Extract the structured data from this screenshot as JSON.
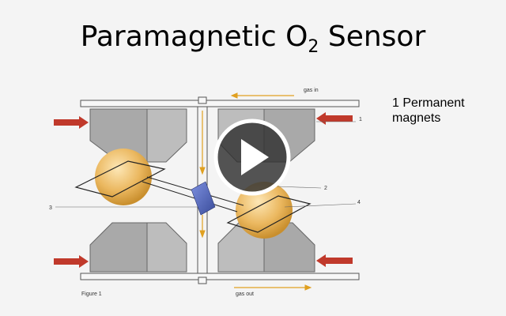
{
  "slide": {
    "title_main": "Paramagnetic O",
    "title_sub": "2",
    "title_end": " Sensor",
    "note_line1": "1 Permanent",
    "note_line2": "magnets"
  },
  "diagram": {
    "gas_in_label": "gas in",
    "gas_out_label": "gas out",
    "figure_label": "Figure 1",
    "label_1": "1",
    "label_2": "2",
    "label_3": "3",
    "label_4": "4"
  },
  "video": {
    "play_icon": "play-icon"
  },
  "colors": {
    "magnet": "#a9a9a9",
    "magnet_dark": "#8a8a8a",
    "sphere": "#e8b453",
    "mirror": "#5a6fbf",
    "arrow_red": "#c0392b",
    "gas_arrow": "#e0a020"
  }
}
